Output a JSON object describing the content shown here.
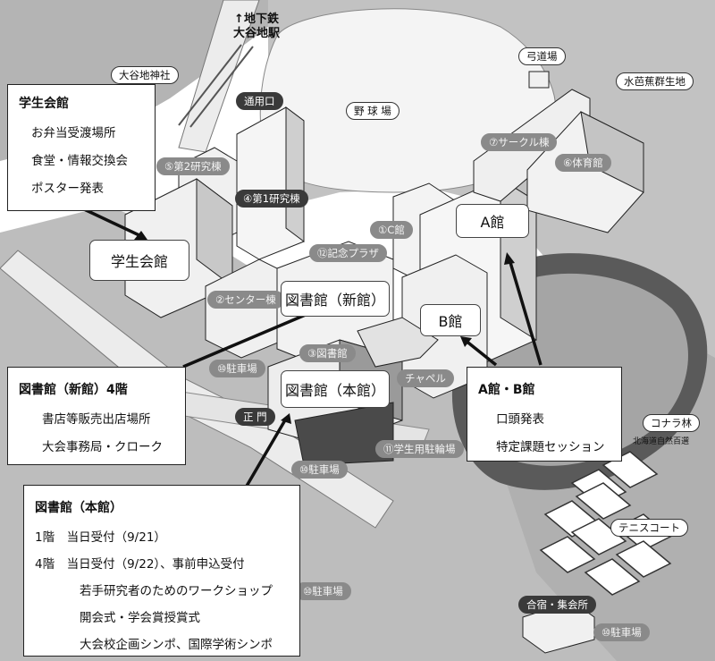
{
  "info_boxes": {
    "gakusei": {
      "title": "学生会館",
      "lines": [
        "お弁当受渡場所",
        "食堂・情報交換会",
        "ポスター発表"
      ]
    },
    "toshokan_shin": {
      "title": "図書館（新館）4階",
      "lines": [
        "書店等販売出店場所",
        "大会事務局・クローク"
      ]
    },
    "ab_kan": {
      "title": "A館・B館",
      "lines": [
        "口頭発表",
        "特定課題セッション"
      ]
    },
    "toshokan_hon": {
      "title": "図書館（本館）",
      "lines": [
        "1階　当日受付（9/21）",
        "4階　当日受付（9/22）、事前申込受付",
        "若手研究者のためのワークショップ",
        "開会式・学会賞授賞式",
        "大会校企画シンポ、国際学術シンポ"
      ]
    }
  },
  "building_callouts": {
    "a_kan": "A館",
    "b_kan": "B館",
    "gakusei_kaikan": "学生会館",
    "toshokan_shin": "図書館（新館）",
    "toshokan_hon": "図書館（本館）"
  },
  "map_labels": {
    "subway": "↑地下鉄\n大谷地駅",
    "shrine": "大谷地神社",
    "tsuyoguchi": "通用口",
    "yakyujo": "野 球 場",
    "kyudojo": "弓道場",
    "mizubasho": "水芭蕉群生地",
    "circle": "⑦サークル棟",
    "taiikukan": "⑥体育館",
    "dai2": "⑤第2研究棟",
    "dai1": "④第1研究棟",
    "c_kan": "①C館",
    "kinen": "⑫記念プラザ",
    "center": "②センター棟",
    "tosho_small": "③図書館",
    "chuusha_10a": "⑩駐車場",
    "chapel": "チャペル",
    "seimon": "正 門",
    "churin": "⑪学生用駐輪場",
    "chuusha_10b": "⑩駐車場",
    "chuusha_10c": "⑩駐車場",
    "chuusha_10d": "⑩駐車場",
    "konara": "コナラ林",
    "konara_sub": "北海道自然百選",
    "tennis": "テニスコート",
    "gasshuku": "合宿・集会所"
  }
}
